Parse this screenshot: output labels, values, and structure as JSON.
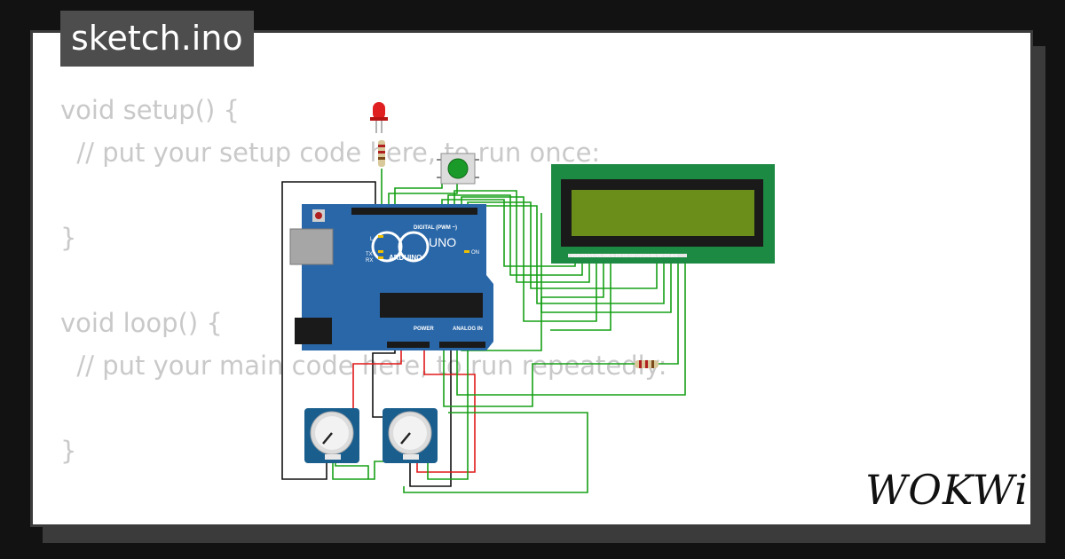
{
  "file_tab": {
    "label": "sketch.ino"
  },
  "code_lines": [
    "void setup() {",
    "  // put your setup code here, to run once:",
    "",
    "}",
    "",
    "void loop() {",
    "  // put your main code here, to run repeatedly:",
    "",
    "}"
  ],
  "board": {
    "brand": "ARDUINO",
    "model": "UNO",
    "digital_label": "DIGITAL (PWM ~)",
    "power_label": "POWER",
    "analog_label": "ANALOG IN",
    "on_label": "ON",
    "l_label": "L",
    "tx_label": "TX",
    "rx_label": "RX"
  },
  "lcd": {
    "pin_labels": "VSSVDDV0 RS RW E D0 D1 D2 D3 D4 D5 D6 D7 A K"
  },
  "logo": {
    "text": "WOKWi"
  },
  "colors": {
    "background": "#121212",
    "card": "#ffffff",
    "tab": "#4d4d4d",
    "code_text": "#c9c9c9",
    "board_blue": "#2a67a8",
    "lcd_green": "#1d8a43",
    "lcd_screen": "#6b8e1a",
    "wire_green": "#16a016",
    "wire_red": "#e01818",
    "wire_black": "#111111",
    "pot_blue": "#1a5e8e"
  }
}
